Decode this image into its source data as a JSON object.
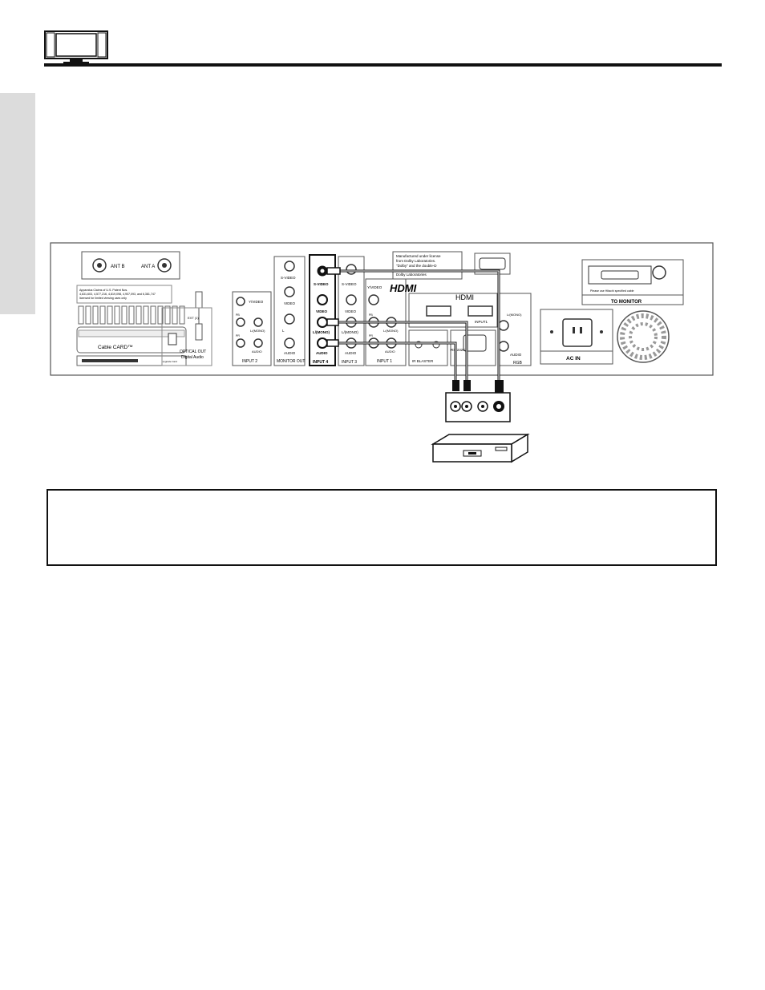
{
  "panel": {
    "ant_b": "ANT B",
    "ant_a": "ANT A",
    "patent_line1": "Apparatus Claims of U.S. Patent Nos.",
    "patent_line2": "4,631,603, 4,577,216, 4,819,098, 4,907,093, and 6,381,747",
    "patent_line3": "licensed for limited viewing uses only",
    "cable_card": "Cable CARD™",
    "upgrade_card": "Upgrade Card",
    "ext_label": "EXT (1)",
    "optical_out_1": "OPTICAL OUT",
    "optical_out_2": "Digital Audio",
    "input2": "INPUT 2",
    "monitor_out": "MONITOR OUT",
    "input4": "INPUT 4",
    "input3": "INPUT 3",
    "input1": "INPUT 1",
    "s_video": "S-VIDEO",
    "video": "VIDEO",
    "y_video": "Y/VIDEO",
    "l_mono": "L/(MONO)",
    "audio": "AUDIO",
    "l": "L",
    "r": "R",
    "pb": "PB",
    "pr": "PR",
    "dolby_line1": "Manufactured under license",
    "dolby_line2": "from Dolby Laboratories.",
    "dolby_line3": "\"Dolby\" and the double-D",
    "dolby_line4": "Dolby Laboratories",
    "hdmi_logo": "HDMI",
    "hdmi_text": "HDMI",
    "input1_hdmi": "INPUT1",
    "ir_blaster": "IR BLASTER",
    "rs232c": "RS-232C",
    "rgb": "RGB",
    "rgb_audio": "AUDIO",
    "monitor_cable_note": "Please use Hitachi specified cable",
    "to_monitor": "TO MONITOR",
    "ac_in": "AC IN"
  }
}
